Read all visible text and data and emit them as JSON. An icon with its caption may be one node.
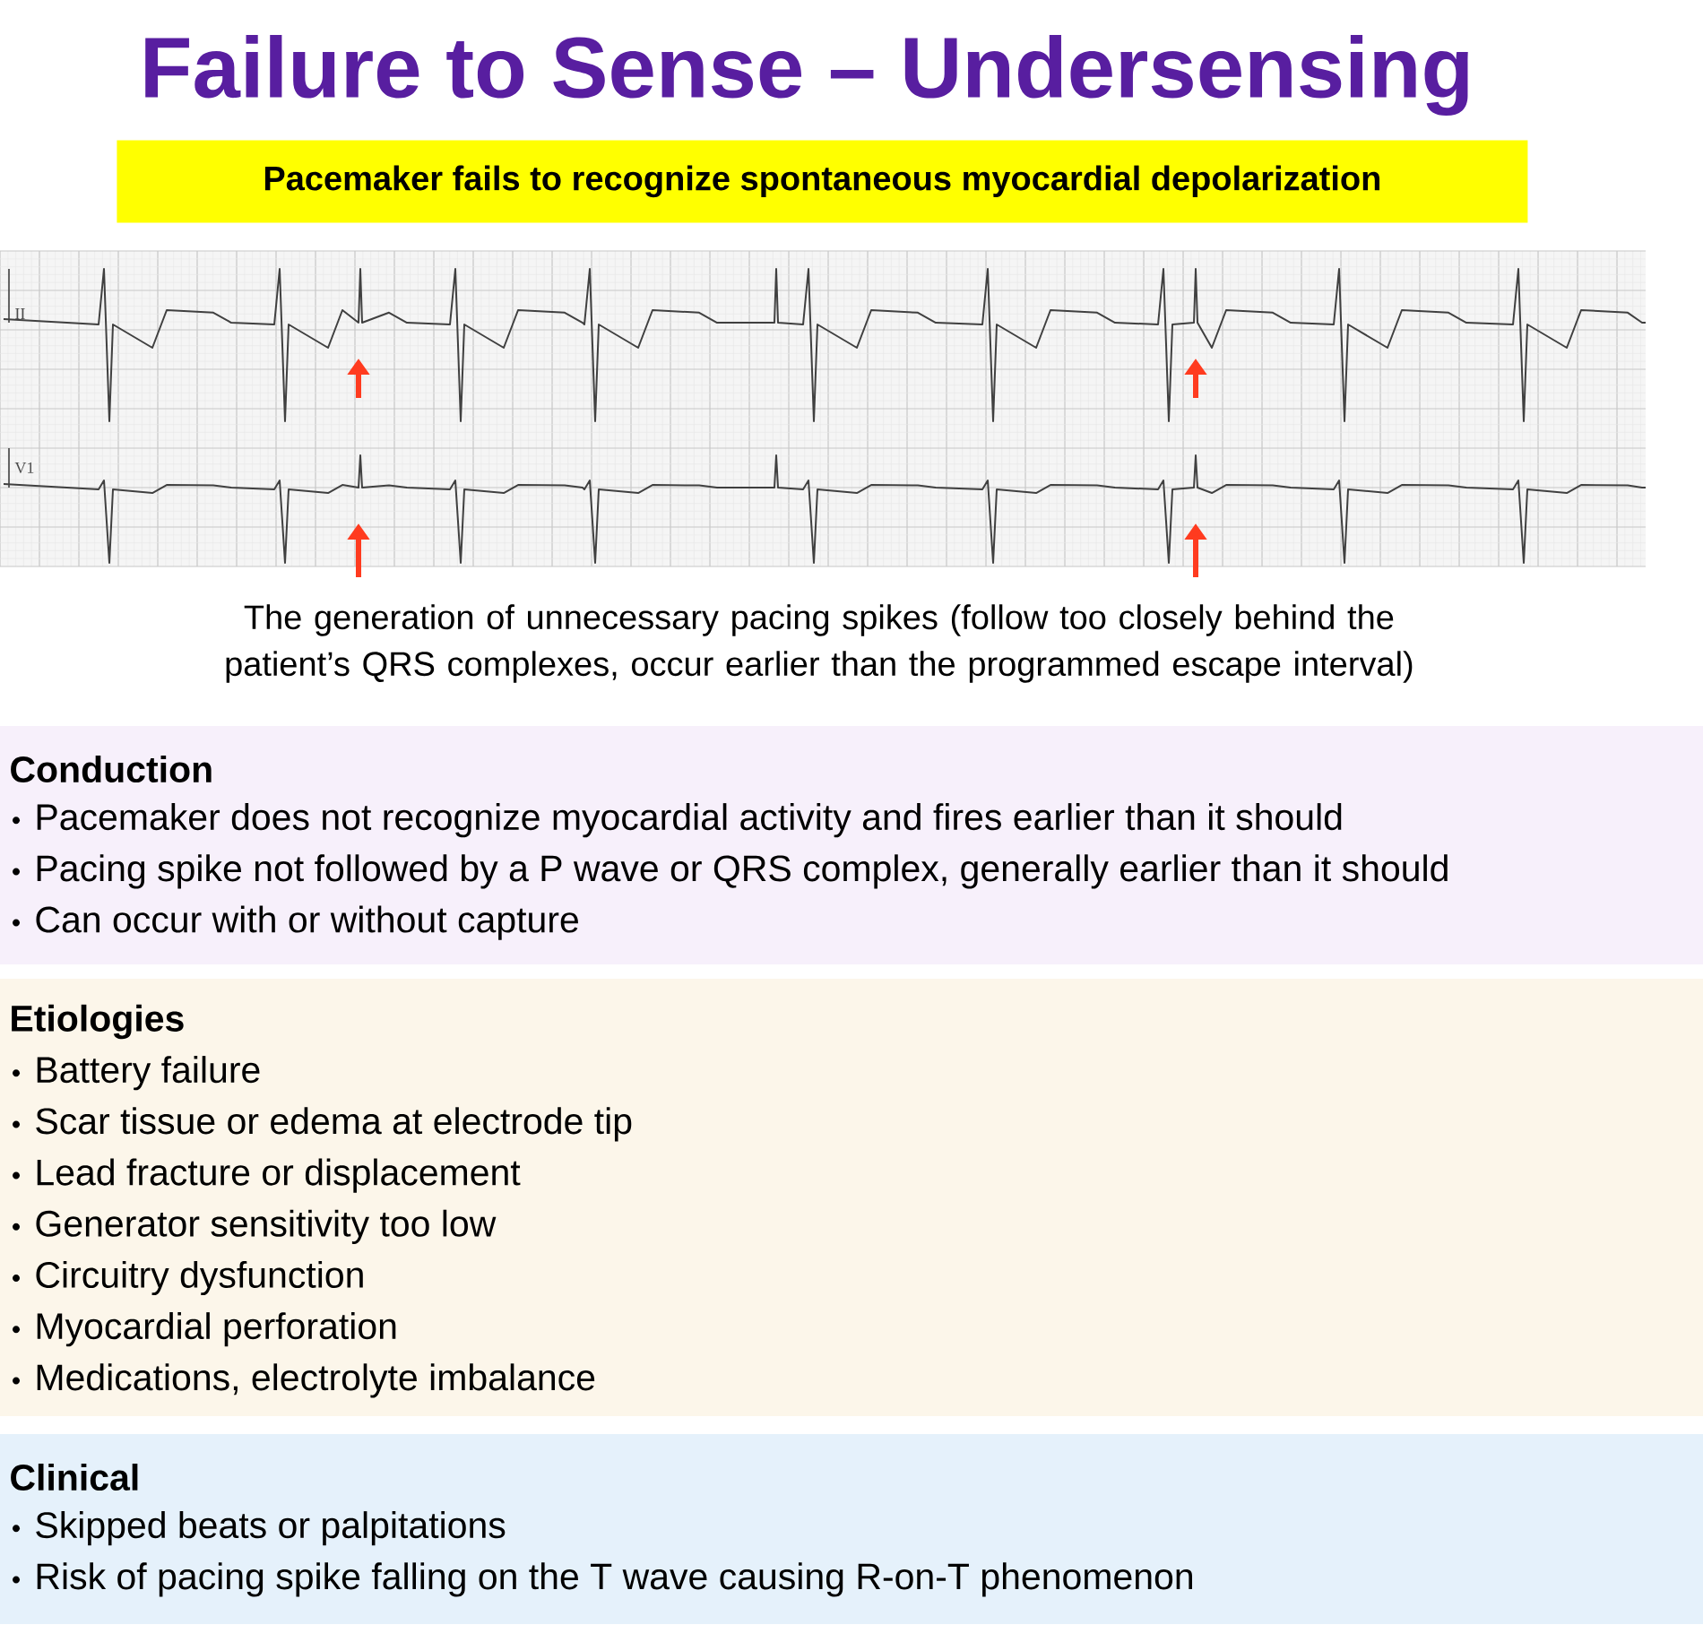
{
  "diagram": {
    "title": "Failure to Sense – Undersensing",
    "nodes": [
      {
        "text": [
          "Pacemaker fails to recognize spontaneous myocardial depolarization"
        ]
      },
      {
        "text": [
          "Conduction",
          "Pacemaker does not recognize myocardial activity and fires earlier than it should",
          "Pacing spike not followed by a P wave or QRS complex, generally earlier than it should",
          "Can occur with or without capture"
        ]
      },
      {
        "text": [
          "Etiologies",
          "Battery failure",
          "Scar tissue or edema at electrode tip",
          "Lead fracture or displacement",
          "Generator sensitivity too low",
          "Circuitry dysfunction",
          "Myocardial perforation",
          "Medications, electrolyte imbalance"
        ]
      },
      {
        "text": [
          "Clinical",
          "Skipped beats or palpitations",
          "Risk of pacing spike falling on the T wave causing R-on-T phenomenon"
        ]
      }
    ],
    "labels": [
      "II",
      "V1",
      "The generation of unnecessary pacing spikes (follow too closely behind the patient’s QRS complexes, occur earlier than the programmed escape interval)"
    ]
  }
}
